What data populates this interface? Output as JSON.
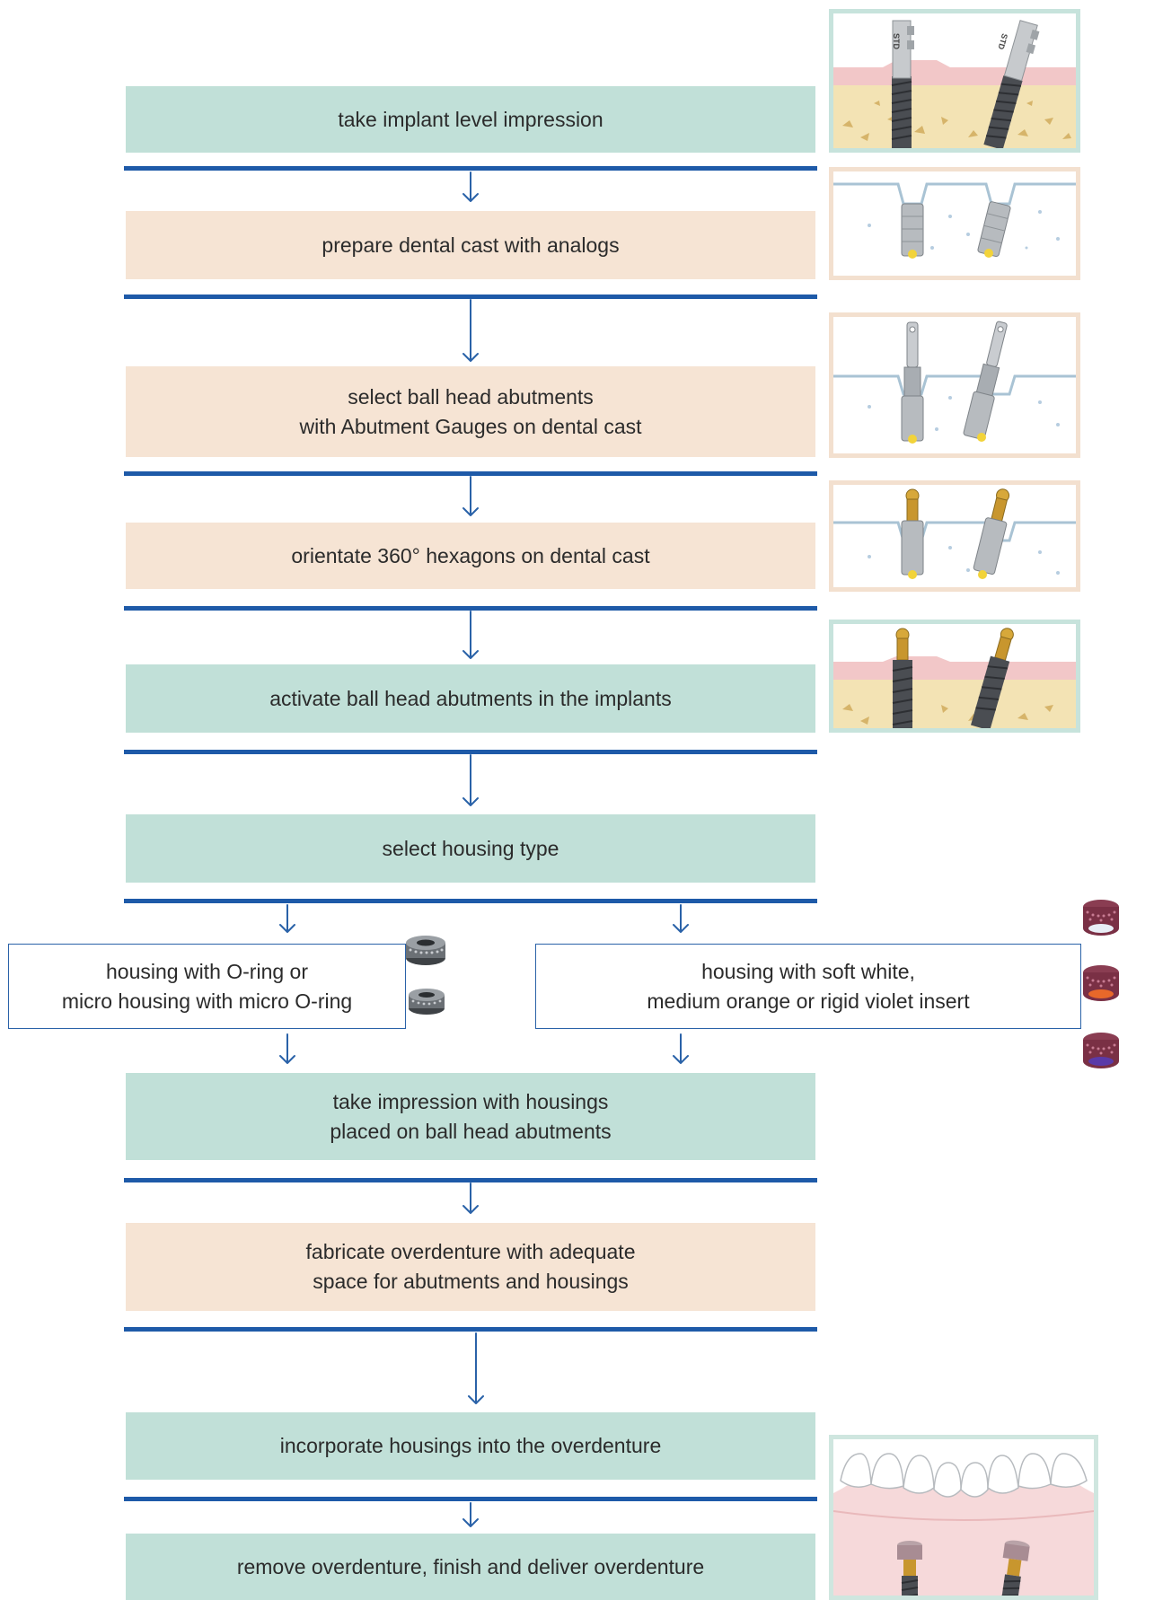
{
  "steps": {
    "s1": "take implant level impression",
    "s2": "prepare dental cast with analogs",
    "s3": "select ball head abutments\nwith Abutment Gauges on dental cast",
    "s4": "orientate 360° hexagons on dental cast",
    "s5": "activate ball head abutments in the implants",
    "s6": "select housing type",
    "s7a": "housing with O-ring or\nmicro housing with micro O-ring",
    "s7b": "housing with soft white,\nmedium orange or rigid violet insert",
    "s8": "take impression with housings\nplaced on ball head abutments",
    "s9": "fabricate overdenture with adequate\nspace for abutments and housings",
    "s10": "incorporate housings into the overdenture",
    "s11": "remove overdenture, finish and deliver overdenture"
  },
  "illustrations": {
    "impression_posts_label": "STD"
  },
  "colors": {
    "green_box": "#c1e0d8",
    "peach_box": "#f6e4d4",
    "bar_blue": "#1e5aa8",
    "insert_white": "#e8eef6",
    "insert_orange": "#e8682a",
    "insert_violet": "#5a3aa8"
  }
}
